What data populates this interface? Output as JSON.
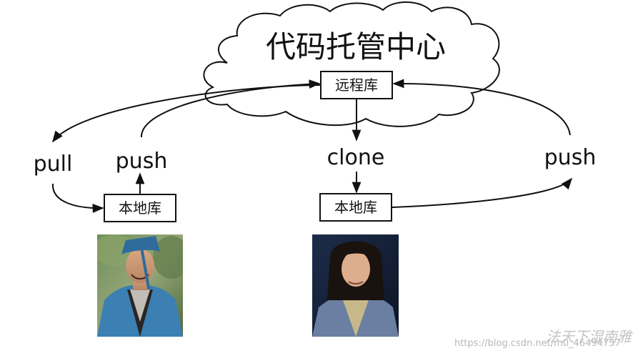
{
  "cloud": {
    "title": "代码托管中心"
  },
  "nodes": {
    "remote_repo": "远程库",
    "local_repo_left": "本地库",
    "local_repo_right": "本地库"
  },
  "edges": {
    "pull": "pull",
    "push_left": "push",
    "clone": "clone",
    "push_right": "push"
  },
  "photos": {
    "left": "photo of person in blue hat and robe",
    "right": "photo of young man with long hair"
  },
  "watermark": {
    "url": "https://blog.csdn.net/m0_46494737",
    "signature": "法天下湿南雅"
  },
  "colors": {
    "line": "#111111",
    "background": "#ffffff",
    "watermark": "#b8b8b8"
  }
}
